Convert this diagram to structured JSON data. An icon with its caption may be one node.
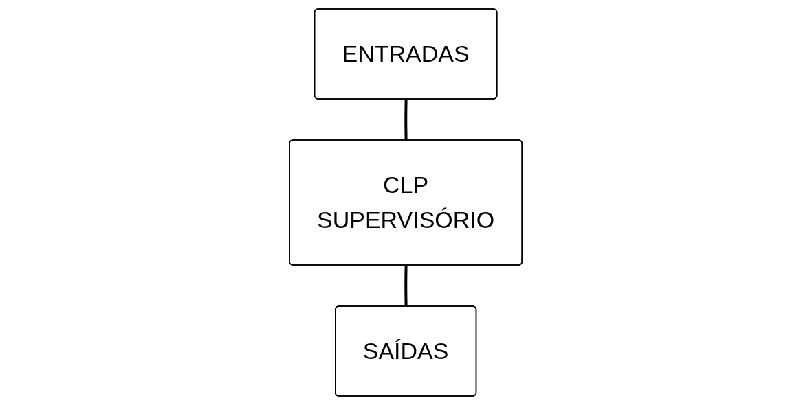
{
  "diagram": {
    "nodes": [
      {
        "text": [
          "ENTRADAS"
        ]
      },
      {
        "text": [
          "CLP",
          "SUPERVISÓRIO"
        ]
      },
      {
        "text": [
          "SAÍDAS"
        ]
      }
    ],
    "edges": [
      {
        "from": 0,
        "to": 1,
        "arrow": "none"
      },
      {
        "from": 1,
        "to": 2,
        "arrow": "none"
      }
    ]
  }
}
